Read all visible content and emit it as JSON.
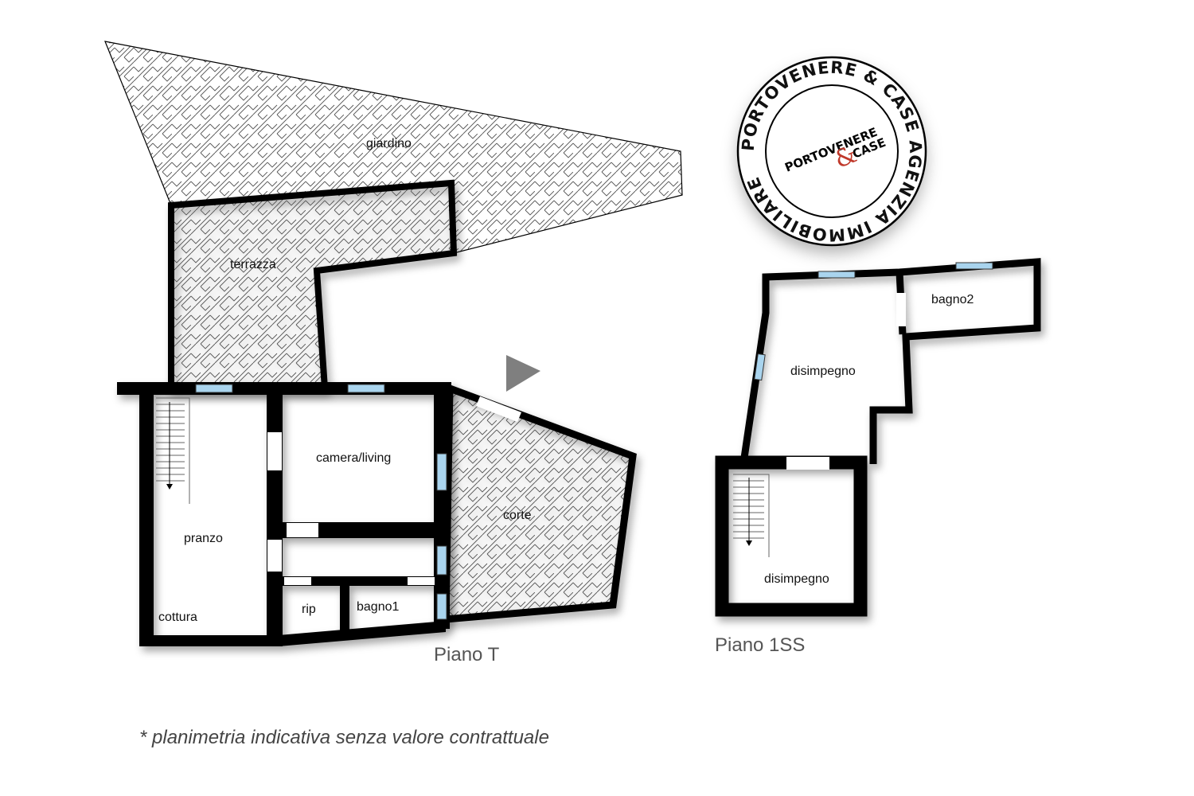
{
  "floors": {
    "ground": {
      "label": "Piano T",
      "rooms": {
        "giardino": "giardino",
        "terrazza": "terrazza",
        "camera_living": "camera/living",
        "corte": "corte",
        "pranzo": "pranzo",
        "cottura": "cottura",
        "rip": "rip",
        "bagno1": "bagno1"
      }
    },
    "basement": {
      "label": "Piano 1SS",
      "rooms": {
        "bagno2": "bagno2",
        "disimpegno_upper": "disimpegno",
        "disimpegno_lower": "disimpegno"
      }
    }
  },
  "disclaimer": "* planimetria indicativa senza valore contrattuale",
  "seal": {
    "ring_text": "PORTOVENERE & CASE AGENZIA IMMOBILIARE",
    "logo_text_part1": "PORTOVENERE",
    "logo_text_part2": "CASE",
    "logo_ampersand": "&"
  },
  "colors": {
    "wall": "#000000",
    "window": "#a9d4ee",
    "hatch": "#444444",
    "north_arrow": "#7f7f7f",
    "seal_accent": "#c0392b"
  }
}
